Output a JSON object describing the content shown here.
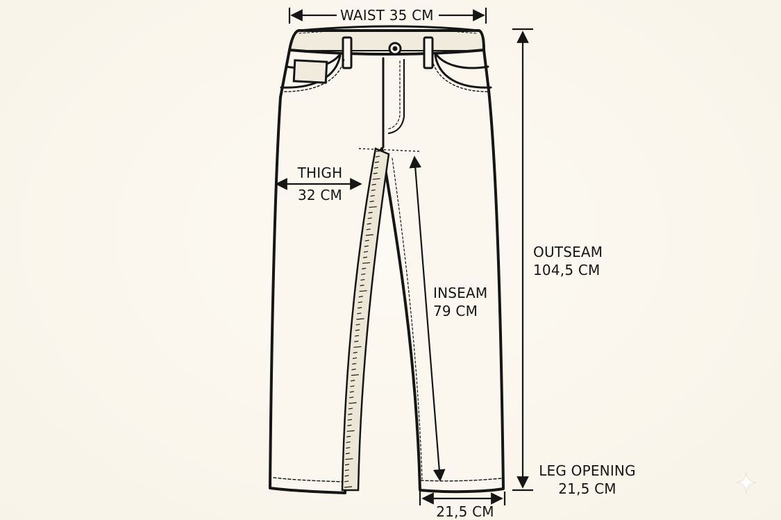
{
  "labels": {
    "waist": "WAIST 35 CM",
    "thigh_title": "THIGH",
    "thigh_value": "32 CM",
    "outseam_title": "OUTSEAM",
    "outseam_value": "104,5 CM",
    "inseam_title": "INSEAM",
    "inseam_value": "79 CM",
    "leg_opening_title": "LEG OPENING",
    "leg_opening_value": "21,5 CM",
    "hem_width": "21,5 CM"
  },
  "icons": {
    "corner_mark": "sparkle-icon"
  },
  "colors": {
    "background": "#fbf7ee",
    "ink": "#161616",
    "tape": "#ece6d6"
  }
}
